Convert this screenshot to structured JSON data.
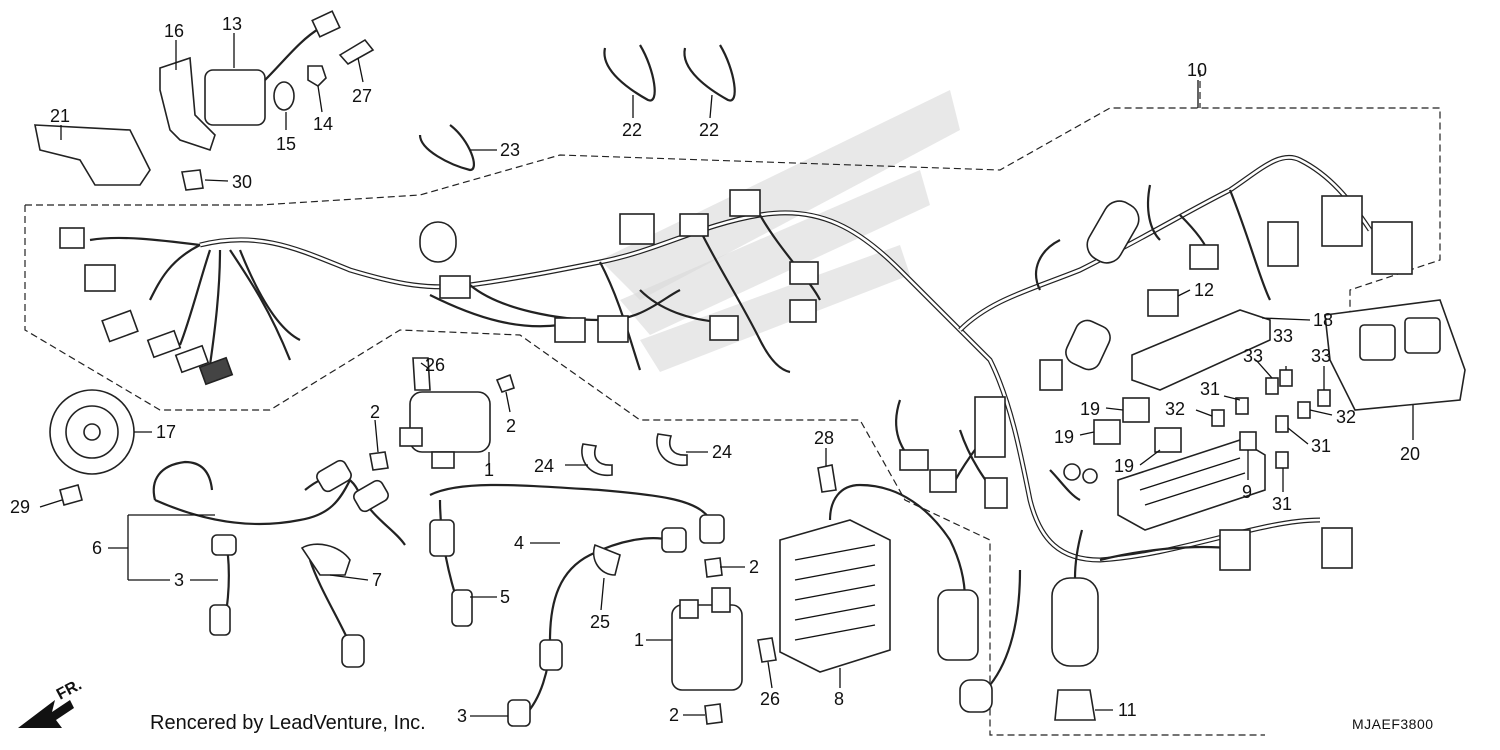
{
  "diagram": {
    "credit": "Rencered by LeadVenture, Inc.",
    "code": "MJAEF3800",
    "direction_label": "FR.",
    "callouts": [
      {
        "id": "c16",
        "text": "16"
      },
      {
        "id": "c13",
        "text": "13"
      },
      {
        "id": "c21",
        "text": "21"
      },
      {
        "id": "c15",
        "text": "15"
      },
      {
        "id": "c14",
        "text": "14"
      },
      {
        "id": "c27",
        "text": "27"
      },
      {
        "id": "c30",
        "text": "30"
      },
      {
        "id": "c23",
        "text": "23"
      },
      {
        "id": "c22a",
        "text": "22"
      },
      {
        "id": "c22b",
        "text": "22"
      },
      {
        "id": "c10",
        "text": "10"
      },
      {
        "id": "c12",
        "text": "12"
      },
      {
        "id": "c18",
        "text": "18"
      },
      {
        "id": "c33a",
        "text": "33"
      },
      {
        "id": "c33b",
        "text": "33"
      },
      {
        "id": "c33c",
        "text": "33"
      },
      {
        "id": "c31a",
        "text": "31"
      },
      {
        "id": "c32a",
        "text": "32"
      },
      {
        "id": "c32b",
        "text": "32"
      },
      {
        "id": "c19a",
        "text": "19"
      },
      {
        "id": "c19b",
        "text": "19"
      },
      {
        "id": "c19c",
        "text": "19"
      },
      {
        "id": "c31b",
        "text": "31"
      },
      {
        "id": "c9",
        "text": "9"
      },
      {
        "id": "c31c",
        "text": "31"
      },
      {
        "id": "c20",
        "text": "20"
      },
      {
        "id": "c26a",
        "text": "26"
      },
      {
        "id": "c2a",
        "text": "2"
      },
      {
        "id": "c2b",
        "text": "2"
      },
      {
        "id": "c1a",
        "text": "1"
      },
      {
        "id": "c17",
        "text": "17"
      },
      {
        "id": "c29",
        "text": "29"
      },
      {
        "id": "c6",
        "text": "6"
      },
      {
        "id": "c3a",
        "text": "3"
      },
      {
        "id": "c7",
        "text": "7"
      },
      {
        "id": "c24a",
        "text": "24"
      },
      {
        "id": "c24b",
        "text": "24"
      },
      {
        "id": "c28",
        "text": "28"
      },
      {
        "id": "c4",
        "text": "4"
      },
      {
        "id": "c5",
        "text": "5"
      },
      {
        "id": "c2c",
        "text": "2"
      },
      {
        "id": "c25",
        "text": "25"
      },
      {
        "id": "c1b",
        "text": "1"
      },
      {
        "id": "c26b",
        "text": "26"
      },
      {
        "id": "c8",
        "text": "8"
      },
      {
        "id": "c2d",
        "text": "2"
      },
      {
        "id": "c3b",
        "text": "3"
      },
      {
        "id": "c11",
        "text": "11"
      }
    ]
  }
}
